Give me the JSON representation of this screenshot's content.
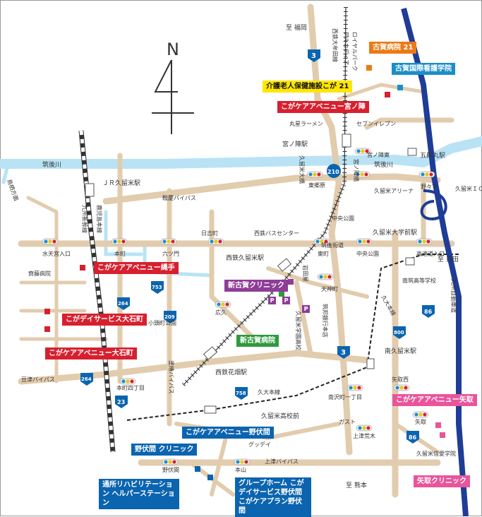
{
  "compass": {
    "letter": "N"
  },
  "places": {
    "to_fukuoka": "至 福岡",
    "to_kumamoto": "至 熊本",
    "to_hita": "至 日田",
    "royal_park": "ロイヤルパーク",
    "alcadia": "アルカディア",
    "nishitetsu_omuta": "西鉄大牟田線",
    "marusei_ramen": "丸星ラーメン",
    "seven_eleven": "セブンイレブン",
    "miyanojin_station": "宮ノ陣駅",
    "gorobaru_station": "五郎丸駅",
    "chikugo_river_w": "筑後川",
    "chikugo_river_e": "筑後川",
    "tokuyama": "鳥栖方面",
    "jr_kurume_station": "ＪＲ久留米駅",
    "kagoshima_line": "鹿児島本線",
    "kyushu_shinkansen": "九州新幹線",
    "kurume_ohashi": "久留米大橋",
    "miyanojin_bridge": "宮ノ陣橋",
    "higashisetouchi": "東郷原",
    "miyanojin_higashi": "宮ノ陣東",
    "kurume_arena": "久留米アリーナ",
    "nonaka_shita": "野々下",
    "kurume_ic": "久留米ＩＣ",
    "kurume_bypass": "鞍慶バイパス",
    "hiyoshi": "日吉町",
    "nishitetsu_bus_center": "西鉄バスセンター",
    "chikugo_kaido": "筑後街道",
    "chuo_park": "中央公園",
    "kurume_univ_station": "久留米大学前駅",
    "mizutenguchi": "水天宮入口",
    "honmachi": "本町",
    "rokutsumon": "六ツ門",
    "nishitetsu_kurume_station": "西鉄久留米駅",
    "higashimachi": "東町",
    "chuo_park2": "中央公園",
    "koudoubashi": "高速道入口",
    "saito_hospital": "齋藤病院",
    "iwatayaku": "岩田屋",
    "tenjincho": "天神町",
    "minami_kurume_hs": "南筑高等学校",
    "hirokyu": "広久",
    "koganeimachi": "小頭町公園",
    "chikushi_bank": "筑邦銀行本店",
    "kurume_gakuen": "久留米学園高校",
    "kyudai_line": "久大本線",
    "minami_kurume_station": "南久留米駅",
    "kyushu_expressway": "九州自動車道",
    "nishitetsu_hanabatake": "西鉄花畑駅",
    "tosakaimachi": "豆津バイパス",
    "honmachi4": "本町四丁目",
    "tosaki_bypass": "塗椿バイパス",
    "kyudai_main": "久大本線",
    "kurume_koukou_mae": "久留米高校前",
    "yatori_nishi": "矢取西",
    "yatori": "矢取",
    "gast": "ガスト",
    "uezuaramoto": "上津荒木",
    "guddei": "グッデイ",
    "nobushima": "野伏間",
    "honyama": "本山",
    "uezu_bypass": "上津バイパス",
    "kurume_shinai_gakuin": "久留米信愛学院",
    "minamisawamachi": "南沢町一丁目"
  },
  "routes": {
    "r3_north": "3",
    "r3_south": "3",
    "r210": "210",
    "r264a": "264",
    "r264b": "264",
    "r753": "753",
    "r209": "209",
    "r23": "23",
    "r758": "758",
    "r800": "800",
    "r86a": "86",
    "r86b": "86"
  },
  "facilities": {
    "koga_hospital_21": "古賀病院 21",
    "koga_nursing_school": "古賀国際看護学院",
    "kaigo_facility": "介護老人保健施設こが 21",
    "care_avenue_miyanojin": "こがケアアベニュー宮ノ陣",
    "care_avenue_nawate": "こがケアアベニュー縄手",
    "day_service_oishi": "こがデイサービス大石町",
    "care_avenue_oishi": "こがケアアベニュー大石町",
    "shin_koga_clinic": "新古賀クリニック",
    "shin_koga_hospital": "新古賀病院",
    "care_avenue_yatori": "こがケアアベニュー矢取",
    "yatori_clinic": "矢取クリニック",
    "care_avenue_nobushima": "こがケアアベニュー野伏間",
    "nobushima_clinic": "野伏間 クリニック",
    "rehab_station": "通所リハビリテーション ヘルパーステーション",
    "group_home": "グループホーム こがデイサービス野伏間 こがケアプラン野伏間"
  },
  "colors": {
    "red": "#d7202f",
    "blue": "#0b64b0",
    "yellow": "#ffe600",
    "orange": "#ec7a17",
    "cyan": "#1b8ec9",
    "purple": "#8e3d97",
    "green": "#2f9a3d",
    "pink": "#e8559b",
    "road": "#e2ccae",
    "river": "#b9e3f5",
    "expressway": "#1f3c96"
  }
}
